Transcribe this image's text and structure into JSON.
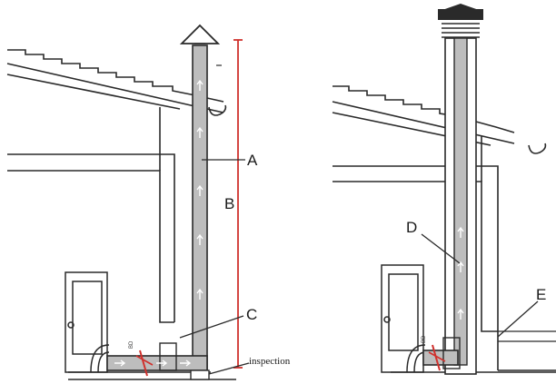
{
  "labels": {
    "a": "A",
    "b": "B",
    "c": "C",
    "d": "D",
    "e": "E",
    "inspection": "inspection"
  },
  "colors": {
    "line": "#2a2a2a",
    "pipe": "#bdbdbd",
    "measure": "#d0312d",
    "arrow": "#ffffff"
  }
}
